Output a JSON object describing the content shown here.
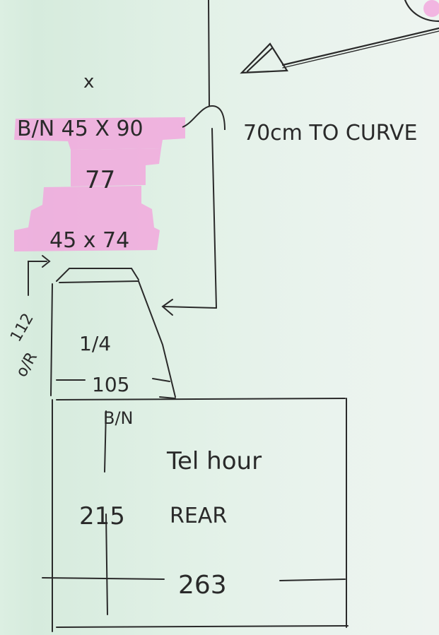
{
  "labels": {
    "x_mark": "x",
    "top_size": "B/N 45 X 90",
    "top_note": "70cm TO CURVE",
    "middle_num": "77",
    "lower_size": "45 x 74",
    "side_dim_top": "112",
    "side_dim_bottom": "o/R",
    "fraction": "1/4",
    "width_inner": "105",
    "bn_label": "B/N",
    "note_line1": "Tel hour",
    "note_line2": "REAR",
    "height_main": "215",
    "width_bottom": "263"
  },
  "colors": {
    "paper": "#e2f1e7",
    "highlight": "#f0a8dc",
    "ink": "#2a2a2a"
  }
}
